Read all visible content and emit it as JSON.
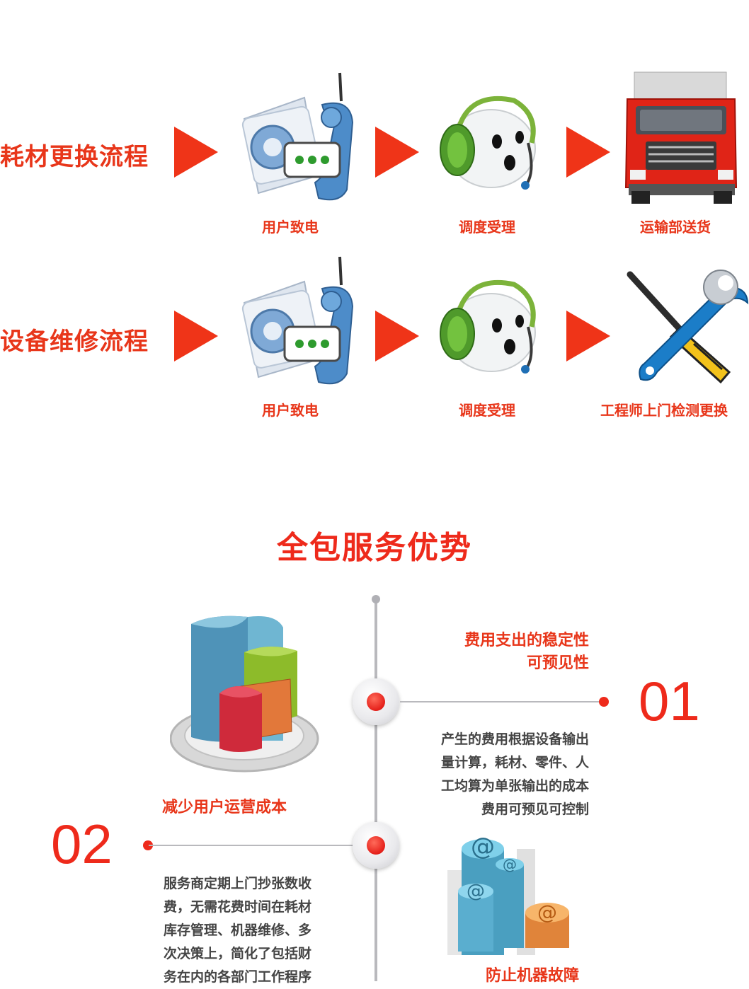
{
  "flows": [
    {
      "title": "耗材更换流程",
      "steps": [
        {
          "caption": "用户致电",
          "icon": "telephone-icon"
        },
        {
          "caption": "调度受理",
          "icon": "headset-icon"
        },
        {
          "caption": "运输部送货",
          "icon": "truck-icon"
        }
      ]
    },
    {
      "title": "设备维修流程",
      "steps": [
        {
          "caption": "用户致电",
          "icon": "telephone-icon"
        },
        {
          "caption": "调度受理",
          "icon": "headset-icon"
        },
        {
          "caption": "工程师上门检测更换",
          "icon": "tools-icon"
        }
      ]
    }
  ],
  "advantages": {
    "title": "全包服务优势",
    "items": [
      {
        "number": "01",
        "title_line1": "费用支出的稳定性",
        "title_line2": "可预见性",
        "lines": [
          "产生的费用根据设备输出",
          "量计算，耗材、零件、人",
          "工均算为单张输出的成本",
          "费用可预见可控制"
        ],
        "icon": "bar-chart-icon"
      },
      {
        "number": "02",
        "title_line1": "减少用户运营成本",
        "lines": [
          "服务商定期上门抄张数收",
          "费，无需花费时间在耗材",
          "库存管理、机器维修、多",
          "次决策上，简化了包括财",
          "务在内的各部门工作程序"
        ],
        "icon": "at-sign-icon"
      },
      {
        "title_line1": "防止机器故障"
      }
    ]
  },
  "colors": {
    "accent": "#ee2a1b",
    "line": "#b9b9bd"
  }
}
